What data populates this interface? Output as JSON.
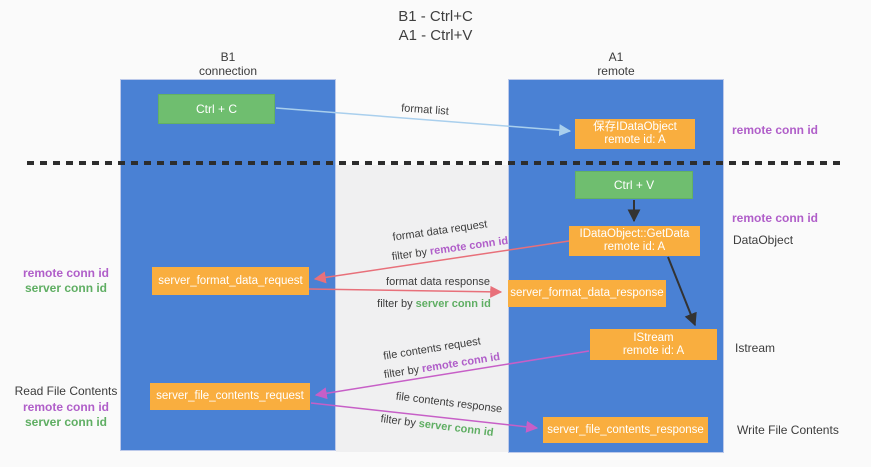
{
  "title": {
    "line1": "B1 - Ctrl+C",
    "line2": "A1 - Ctrl+V"
  },
  "columns": {
    "left": {
      "name": "B1",
      "role": "connection"
    },
    "right": {
      "name": "A1",
      "role": "remote"
    }
  },
  "boxes": {
    "ctrl_c": {
      "label": "Ctrl + C"
    },
    "save_idataobject": {
      "line1": "保存IDataObject",
      "line2": "remote id: A"
    },
    "ctrl_v": {
      "label": "Ctrl + V"
    },
    "getdata": {
      "line1": "IDataObject::GetData",
      "line2": "remote id: A"
    },
    "server_format_data_request": {
      "label": "server_format_data_request"
    },
    "server_format_data_response": {
      "label": "server_format_data_response"
    },
    "istream": {
      "line1": "IStream",
      "line2": "remote id: A"
    },
    "server_file_contents_request": {
      "label": "server_file_contents_request"
    },
    "server_file_contents_response": {
      "label": "server_file_contents_response"
    }
  },
  "arrow_labels": {
    "format_list": "format list",
    "format_data_request": "format data request",
    "filter_remote_1": {
      "prefix": "filter by",
      "keyword": "remote conn id"
    },
    "format_data_response": "format data response",
    "filter_server_1": {
      "prefix": "filter by",
      "keyword": "server conn id"
    },
    "file_contents_request": "file contents request",
    "filter_remote_2": {
      "prefix": "filter by",
      "keyword": "remote conn id"
    },
    "file_contents_response": "file contents response",
    "filter_server_2": {
      "prefix": "filter by",
      "keyword": "server conn id"
    }
  },
  "side_labels": {
    "right": [
      {
        "text": "remote conn id",
        "style": "purple"
      },
      {
        "text": "remote conn id",
        "style": "purple"
      },
      {
        "text": "DataObject",
        "style": "plain"
      },
      {
        "text": "Istream",
        "style": "plain"
      },
      {
        "text": "Write File Contents",
        "style": "plain"
      }
    ],
    "left": [
      {
        "text": "remote conn id",
        "style": "purple"
      },
      {
        "text": "server conn id",
        "style": "green"
      },
      {
        "text": "Read File Contents",
        "style": "plain"
      },
      {
        "text": "remote conn id",
        "style": "purple"
      },
      {
        "text": "server conn id",
        "style": "green"
      }
    ]
  },
  "colors": {
    "column_blue": "#4a81d4",
    "box_orange": "#f9ae3f",
    "box_green": "#6fbe6f",
    "arrow_light_blue": "#a9cfed",
    "arrow_red": "#e8707a",
    "arrow_magenta": "#c75fc7",
    "arrow_black": "#333333",
    "keyword_purple": "#b05ec9",
    "keyword_green": "#5fae63",
    "dashed_line": "#2d2d2d",
    "background": "#fafafa"
  }
}
